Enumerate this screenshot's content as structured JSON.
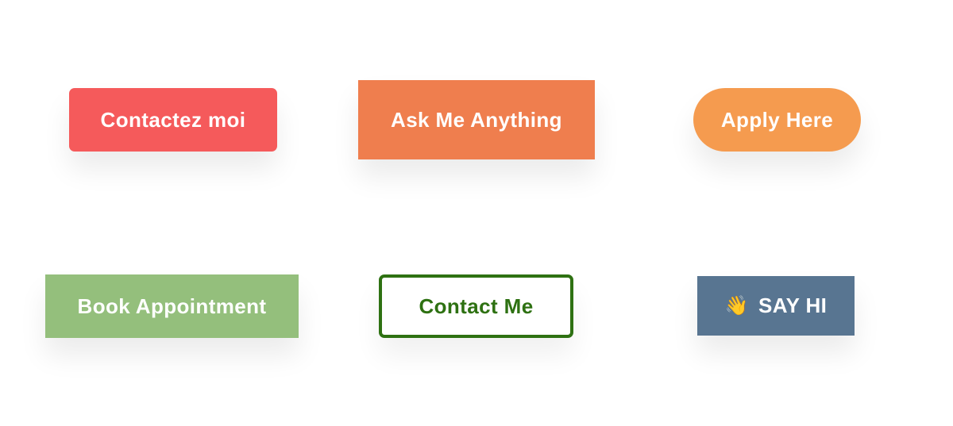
{
  "buttons": [
    {
      "id": "contactez",
      "label": "Contactez moi",
      "color": "#f55a5b"
    },
    {
      "id": "ask",
      "label": "Ask Me Anything",
      "color": "#ef7e4e"
    },
    {
      "id": "apply",
      "label": "Apply Here",
      "color": "#f59b4f"
    },
    {
      "id": "book",
      "label": "Book Appointment",
      "color": "#94bf7c"
    },
    {
      "id": "contact_me",
      "label": "Contact Me",
      "color": "#2e7112",
      "style": "outline"
    },
    {
      "id": "say_hi",
      "label": "SAY HI",
      "color": "#587591",
      "icon": "waving-hand-icon",
      "icon_glyph": "👋"
    }
  ]
}
